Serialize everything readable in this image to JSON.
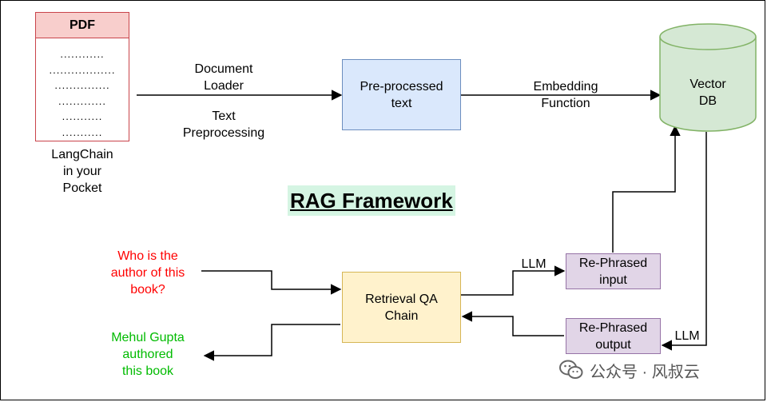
{
  "pdf": {
    "header": "PDF",
    "lines": [
      "............",
      "..................",
      "...............",
      ".............",
      "...........",
      "..........."
    ],
    "caption": [
      "LangChain",
      "in your",
      "Pocket"
    ]
  },
  "labels": {
    "doc_loader": [
      "Document",
      "Loader"
    ],
    "text_pre": [
      "Text",
      "Preprocessing"
    ],
    "embedding": [
      "Embedding",
      "Function"
    ],
    "llm_top": "LLM",
    "llm_bottom": "LLM"
  },
  "nodes": {
    "preprocessed": [
      "Pre-processed",
      "text"
    ],
    "vector_db": [
      "Vector",
      "DB"
    ],
    "retrieval": [
      "Retrieval QA",
      "Chain"
    ],
    "rephrased_input": [
      "Re-Phrased",
      "input"
    ],
    "rephrased_output": [
      "Re-Phrased",
      "output"
    ]
  },
  "title": "RAG Framework",
  "question": [
    "Who is the",
    "author of this",
    "book?"
  ],
  "answer": [
    "Mehul Gupta",
    "authored",
    "this book"
  ],
  "watermark": "公众号 · 风叔云",
  "colors": {
    "pdf_border": "#c9434a",
    "pdf_header": "#f8cecc",
    "blue_fill": "#dae8fc",
    "yellow_fill": "#fff2cc",
    "purple_fill": "#e1d5e7",
    "db_fill": "#d5e8d4",
    "db_stroke": "#82b366",
    "question": "#ff0000",
    "answer": "#00bb00",
    "title_bg": "#d5f5e3"
  }
}
